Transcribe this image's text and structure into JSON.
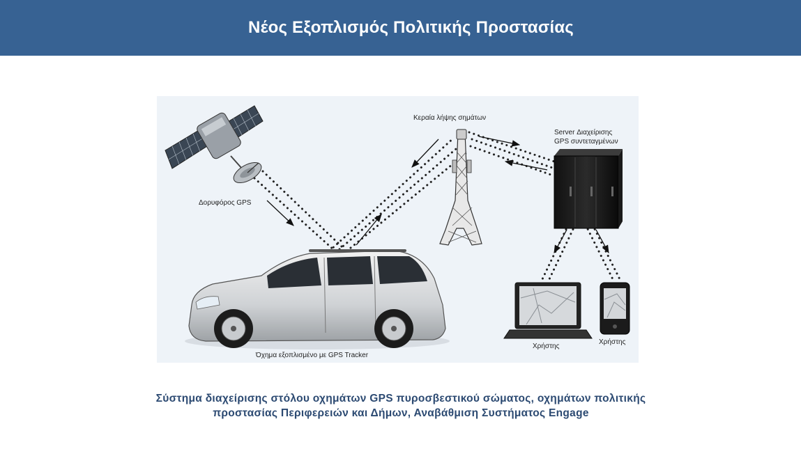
{
  "header": {
    "title": "Νέος Εξοπλισμός Πολιτικής Προστασίας"
  },
  "diagram": {
    "labels": {
      "satellite": "Δορυφόρος GPS",
      "antenna": "Κεραία λήψης σημάτων",
      "server_line1": "Server Διαχείρισης",
      "server_line2": "GPS συντεταγμένων",
      "vehicle": "Όχημα εξοπλισμένο με GPS Tracker",
      "user_laptop": "Χρήστης",
      "user_phone": "Χρήστης"
    },
    "icons": [
      "satellite-icon",
      "antenna-tower-icon",
      "server-rack-icon",
      "car-icon",
      "laptop-icon",
      "smartphone-icon"
    ]
  },
  "caption": {
    "line1": "Σύστημα διαχείρισης στόλου οχημάτων GPS πυροσβεστικού σώματος, οχημάτων πολιτικής",
    "line2": "προστασίας Περιφερειών και Δήμων, Αναβάθμιση Συστήματος Engage"
  },
  "colors": {
    "header_bg": "#376293",
    "caption_text": "#2c4a72",
    "diagram_bg": "#eef3f8"
  }
}
